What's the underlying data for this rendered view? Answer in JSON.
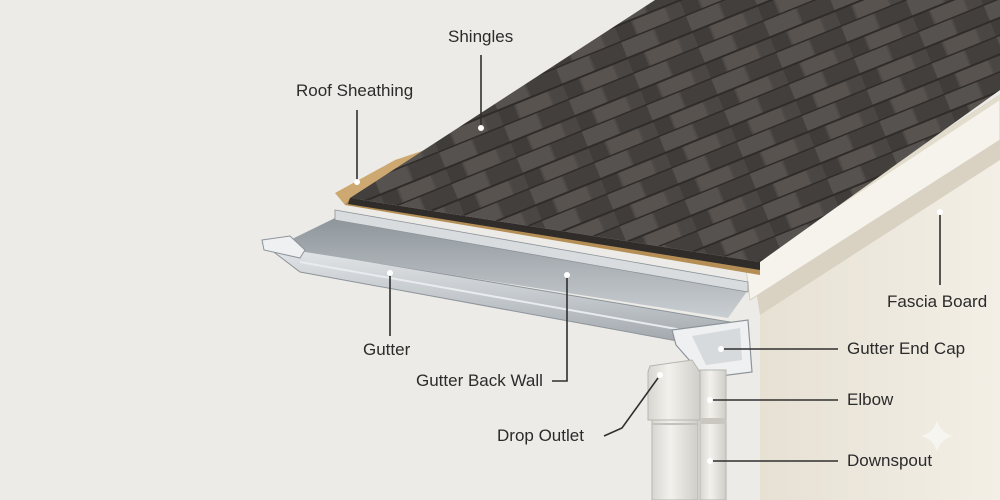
{
  "labels": {
    "shingles": "Shingles",
    "roof_sheathing": "Roof Sheathing",
    "fascia_board": "Fascia Board",
    "gutter": "Gutter",
    "gutter_end_cap": "Gutter End Cap",
    "gutter_back_wall": "Gutter Back Wall",
    "elbow": "Elbow",
    "drop_outlet": "Drop Outlet",
    "downspout": "Downspout"
  },
  "colors": {
    "background": "#ecebe7",
    "shingle": "#4a4846",
    "sheathing": "#c9a56b",
    "fascia": "#f3f0e8",
    "gutter": "#c7ccd0",
    "downspout": "#e9e8e3",
    "text": "#2b2b2b"
  }
}
